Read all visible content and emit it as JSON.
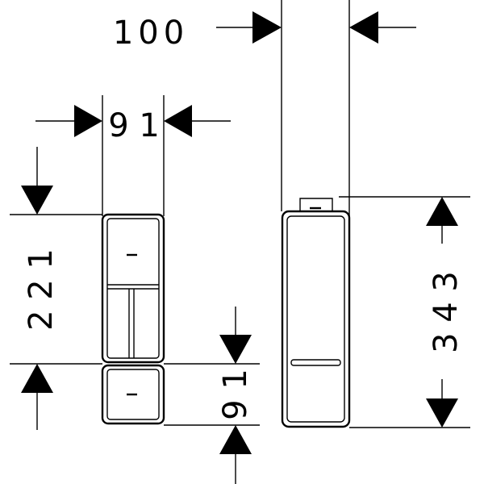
{
  "dimensions": {
    "width_right_unit": "100",
    "width_left_unit": "9 1",
    "height_left_upper": "2 2 1",
    "height_left_lower": "9 1",
    "height_right_unit": "3 4 3"
  }
}
